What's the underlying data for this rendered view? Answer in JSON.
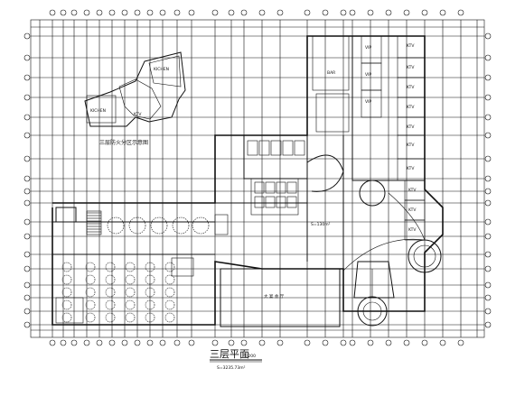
{
  "plan": {
    "title": "三层平面",
    "scale": "1:200",
    "area_note": "S=3235.73m²",
    "key_plan_title": "三层防火分区示意图",
    "key_plan_labels": [
      "KICHEN",
      "KTV",
      "KICHEN"
    ],
    "room_labels": {
      "ktv": "KTV",
      "vip": "VIP",
      "bar": "BAR",
      "hall": "大 宴 会 厅",
      "area": "S=130m²"
    }
  }
}
